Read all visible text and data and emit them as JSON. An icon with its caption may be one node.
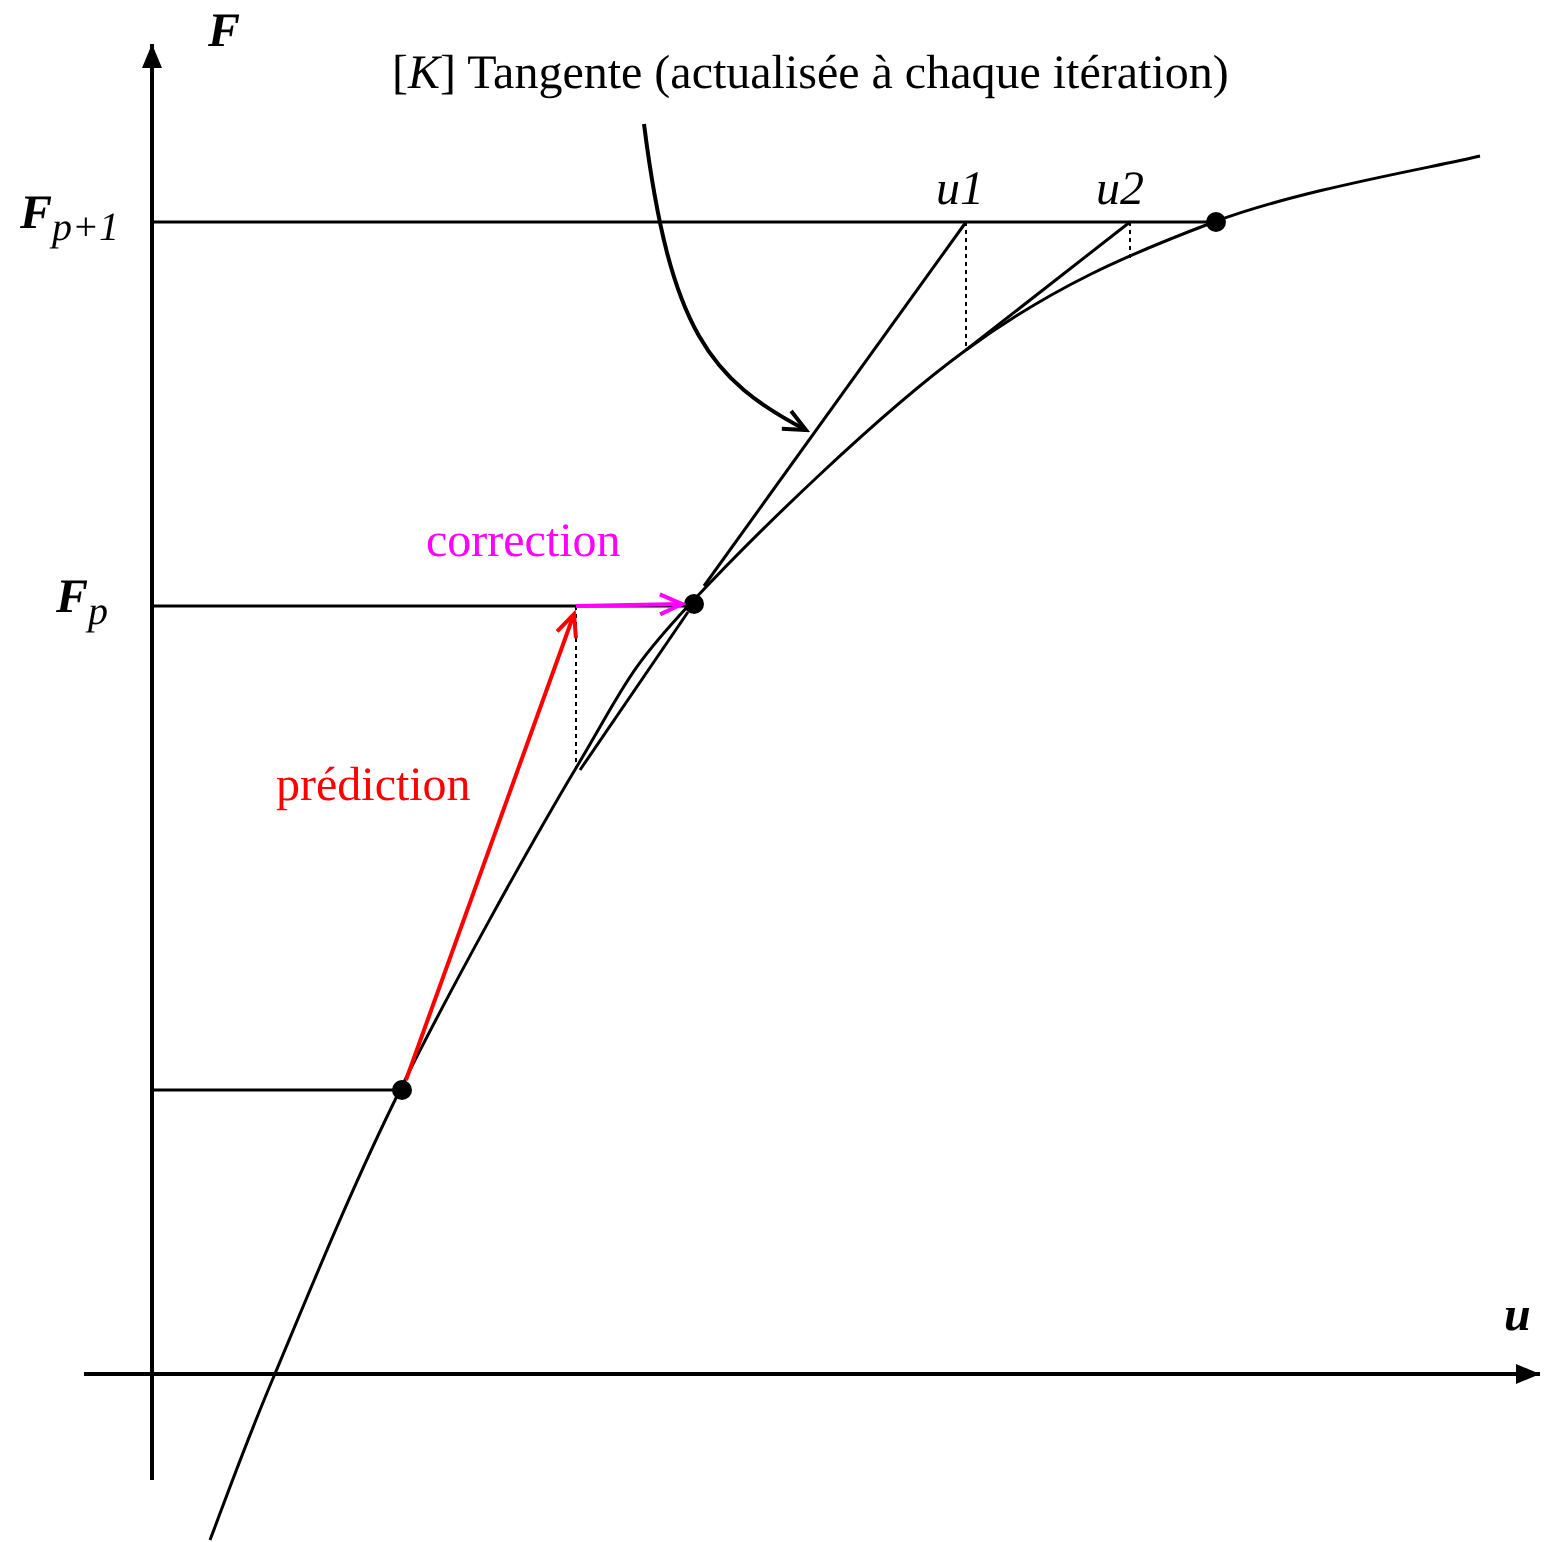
{
  "diagram": {
    "nodes": [
      {
        "text": [
          "[*K*] Tangente (actualisée à chaque itération)"
        ]
      },
      {
        "text": [],
        "shape": "line"
      },
      {
        "text": [],
        "shape": "circle"
      },
      {
        "text": [],
        "shape": "circle"
      },
      {
        "text": [],
        "shape": "circle"
      }
    ],
    "edges": [
      {
        "from": 0,
        "to": 1,
        "arrow": "to"
      },
      {
        "from": 2,
        "to": null,
        "arrow": "to",
        "label": "prédiction",
        "color": "#ff0000"
      },
      {
        "from": null,
        "to": 3,
        "arrow": "to",
        "label": "correction",
        "color": "#ff00ff"
      }
    ],
    "labels": [
      "F",
      "**F**$_{p+1}$",
      "u1",
      "u2",
      "**F**$_{p}$",
      "u"
    ]
  }
}
